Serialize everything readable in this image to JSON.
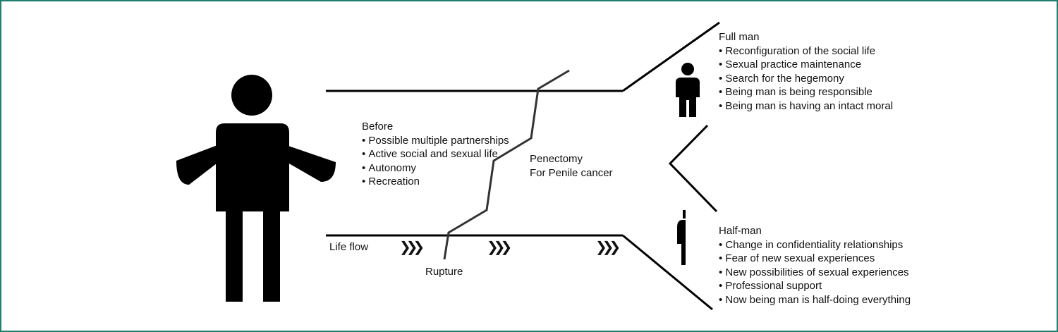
{
  "before": {
    "title": "Before",
    "items": [
      "Possible multiple partnerships",
      "Active social and sexual life",
      "Autonomy",
      "Recreation"
    ]
  },
  "event": {
    "line1": "Penectomy",
    "line2": "For Penile cancer"
  },
  "life_flow": "Life flow",
  "rupture": "Rupture",
  "full_man": {
    "title": "Full man",
    "items": [
      "Reconfiguration of the social life",
      "Sexual practice maintenance",
      "Search for the hegemony",
      "Being man is being responsible",
      "Being man is having an intact moral"
    ]
  },
  "half_man": {
    "title": "Half-man",
    "items": [
      "Change in confidentiality relationships",
      "Fear of new sexual experiences",
      "New possibilities of sexual experiences",
      "Professional support",
      "Now being man is half-doing everything"
    ]
  },
  "colors": {
    "border": "#1e7f6e",
    "ink": "#111111"
  }
}
